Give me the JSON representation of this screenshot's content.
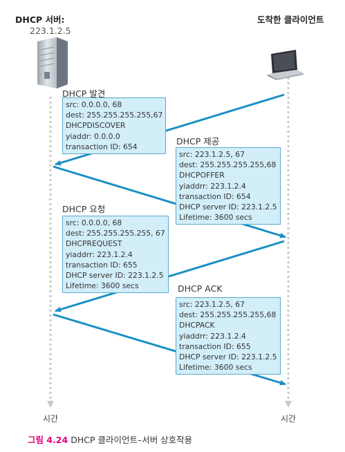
{
  "server": {
    "title": "DHCP 서버:",
    "ip": "223.1.2.5"
  },
  "client": {
    "title": "도착한 클라이언트"
  },
  "messages": [
    {
      "title": "DHCP 발견",
      "lines": [
        "src: 0.0.0.0, 68",
        "dest: 255.255.255.255,67",
        "DHCPDISCOVER",
        "yiaddr: 0.0.0.0",
        "transaction ID: 654"
      ]
    },
    {
      "title": "DHCP 제공",
      "lines": [
        "src: 223.1.2.5, 67",
        "dest: 255.255.255.255,68",
        "DHCPOFFER",
        "yiaddrr: 223.1.2.4",
        "transaction ID: 654",
        "DHCP server ID: 223.1.2.5",
        "Lifetime: 3600 secs"
      ]
    },
    {
      "title": "DHCP 요청",
      "lines": [
        "src: 0.0.0.0, 68",
        "dest: 255.255.255.255, 67",
        "DHCPREQUEST",
        "yiaddrr: 223.1.2.4",
        "transaction ID: 655",
        "DHCP server ID: 223.1.2.5",
        "Lifetime: 3600 secs"
      ]
    },
    {
      "title": "DHCP ACK",
      "lines": [
        "src: 223.1.2.5, 67",
        "dest: 255.255.255.255,68",
        "DHCPACK",
        "yiaddrr: 223.1.2.4",
        "transaction ID: 655",
        "DHCP server ID: 223.1.2.5",
        "Lifetime: 3600 secs"
      ]
    }
  ],
  "time_label": "시간",
  "caption": {
    "number": "그림 4.24",
    "text": "DHCP 클라이언트–서버 상호작용"
  },
  "colors": {
    "arrow": "#1a8fc4",
    "box_fill": "#d2eef8",
    "box_border": "#5aa9cf",
    "timeline": "#c8c8c8",
    "caption_accent": "#e2007a"
  }
}
